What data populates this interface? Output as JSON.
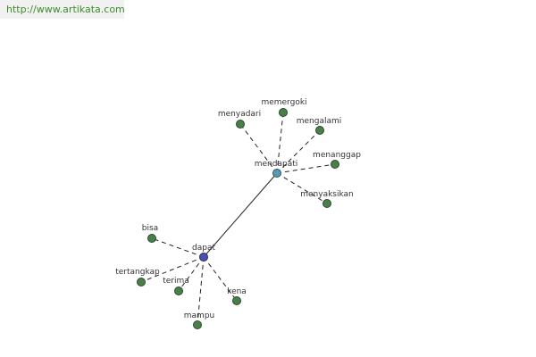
{
  "watermark": {
    "url": "http://www.artikata.com"
  },
  "graph": {
    "hubs": [
      {
        "id": "mendapati",
        "label": "mendapati",
        "color": "#5a98b4"
      },
      {
        "id": "dapat",
        "label": "dapat",
        "color": "#4b52a8"
      }
    ],
    "leaves": [
      {
        "id": "menyadari",
        "label": "menyadari",
        "hub": "mendapati"
      },
      {
        "id": "memergoki",
        "label": "memergoki",
        "hub": "mendapati"
      },
      {
        "id": "mengalami",
        "label": "mengalami",
        "hub": "mendapati"
      },
      {
        "id": "menanggap",
        "label": "menanggap",
        "hub": "mendapati"
      },
      {
        "id": "menyaksikan",
        "label": "menyaksikan",
        "hub": "mendapati"
      },
      {
        "id": "bisa",
        "label": "bisa",
        "hub": "dapat"
      },
      {
        "id": "tertangkap",
        "label": "tertangkap",
        "hub": "dapat"
      },
      {
        "id": "terima",
        "label": "terima",
        "hub": "dapat"
      },
      {
        "id": "kena",
        "label": "kena",
        "hub": "dapat"
      },
      {
        "id": "mampu",
        "label": "mampu",
        "hub": "dapat"
      }
    ],
    "links": [
      {
        "from": "mendapati",
        "to": "dapat",
        "style": "solid"
      }
    ],
    "leaf_color": "#4a7f4a"
  }
}
